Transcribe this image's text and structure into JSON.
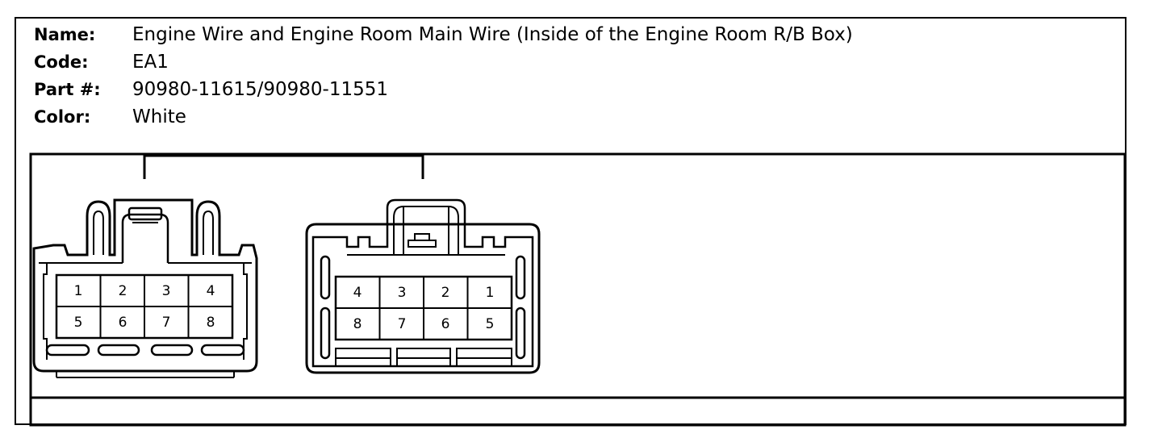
{
  "info": {
    "name_label": "Name:",
    "name_value": "Engine Wire and Engine Room Main Wire (Inside of the Engine Room R/B Box)",
    "code_label": "Code:",
    "code_value": "EA1",
    "part_label": "Part #:",
    "part_value": "90980-11615/90980-11551",
    "color_label": "Color:",
    "color_value": "White"
  },
  "connector_left": {
    "row1": [
      "1",
      "2",
      "3",
      "4"
    ],
    "row2": [
      "5",
      "6",
      "7",
      "8"
    ]
  },
  "connector_right": {
    "row1": [
      "4",
      "3",
      "2",
      "1"
    ],
    "row2": [
      "8",
      "7",
      "6",
      "5"
    ]
  }
}
